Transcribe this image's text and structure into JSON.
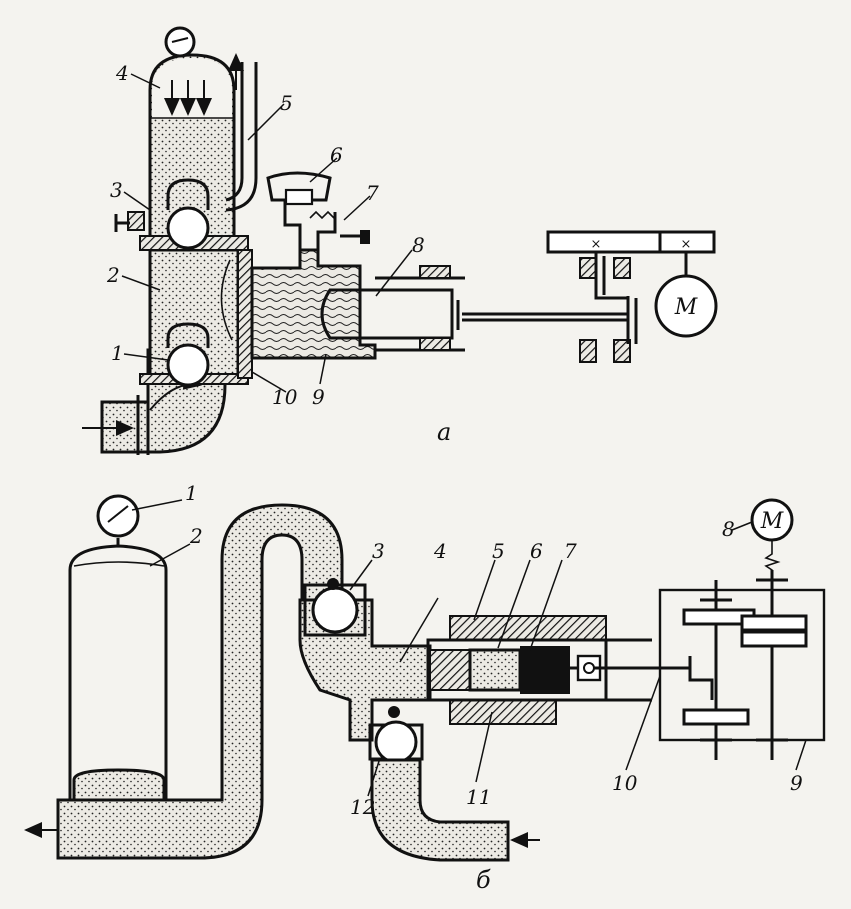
{
  "figure_a": {
    "caption": "а",
    "labels": [
      "1",
      "2",
      "3",
      "4",
      "5",
      "6",
      "7",
      "8",
      "9",
      "10"
    ],
    "motor": "М"
  },
  "figure_b": {
    "caption": "б",
    "labels": [
      "1",
      "2",
      "3",
      "4",
      "5",
      "6",
      "7",
      "8",
      "9",
      "10",
      "11",
      "12"
    ],
    "motor": "М"
  }
}
